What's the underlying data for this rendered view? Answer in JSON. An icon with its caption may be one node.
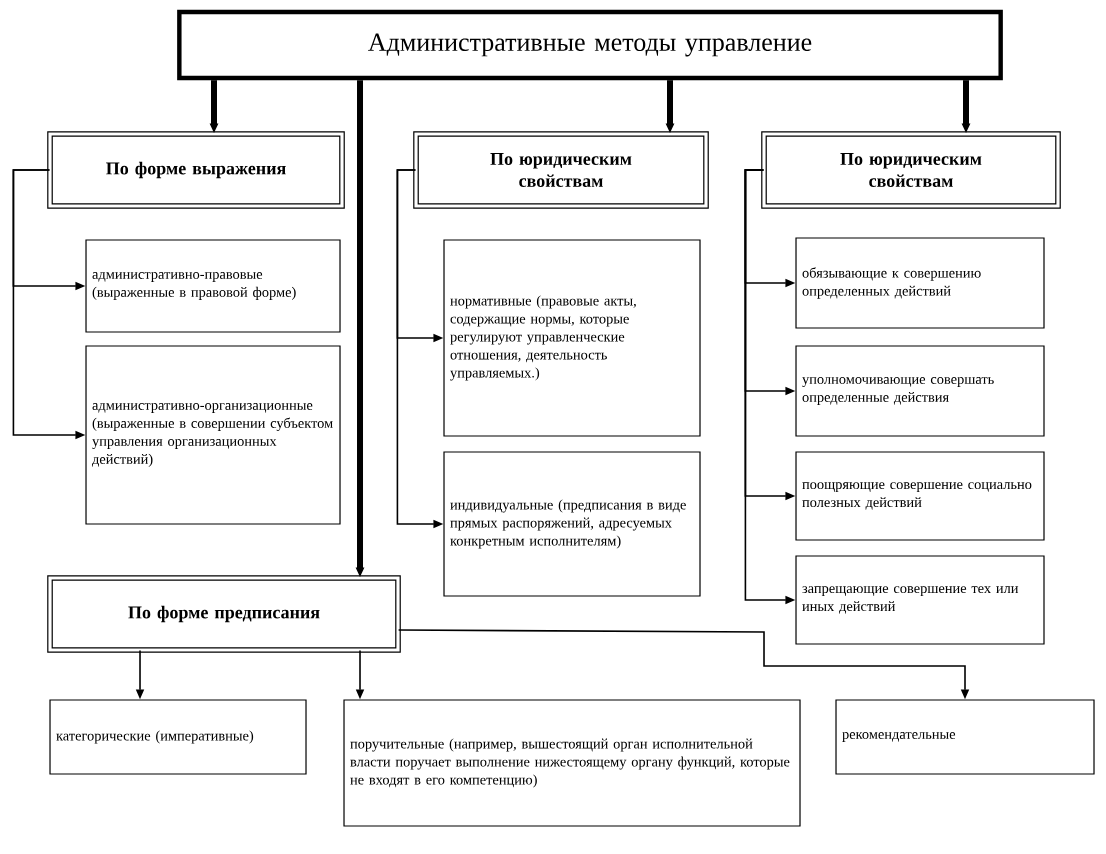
{
  "diagram": {
    "nodes": [
      {
        "text": [
          "Административные методы управление"
        ]
      },
      {
        "text": [
          "По форме выражения"
        ]
      },
      {
        "text": [
          "По юридическим свойствам"
        ]
      },
      {
        "text": [
          "По юридическим свойствам"
        ]
      },
      {
        "text": [
          "административно-правовые (выраженные в правовой форме)"
        ]
      },
      {
        "text": [
          "административно-организационные (выраженные в совершении субъектом управления организационных действий)"
        ]
      },
      {
        "text": [
          "нормативные (правовые акты, содержащие нормы, которые регулируют управленческие отношения, деятельность управляемых.)"
        ]
      },
      {
        "text": [
          "индивидуальные (предписания в виде прямых распоряжений, адресуемых конкретным исполнителям)"
        ]
      },
      {
        "text": [
          "обязывающие к совершению определенных действий"
        ]
      },
      {
        "text": [
          "уполномочивающие совершать определенные действия"
        ]
      },
      {
        "text": [
          "поощряющие совершение социально полезных действий"
        ]
      },
      {
        "text": [
          "запрещающие совершение тех или иных действий"
        ]
      },
      {
        "text": [
          "По форме предписания"
        ]
      },
      {
        "text": [
          "категорические (императивные)"
        ]
      },
      {
        "text": [
          "поручительные (например, вышестоящий орган исполнительной власти поручает выполнение нижестоящему органу функций, которые не входят в его компетенцию)"
        ]
      },
      {
        "text": [
          "рекомендательные"
        ]
      }
    ],
    "edges": [
      {
        "from": 0,
        "to": 1,
        "arrow": "to",
        "style": "thick"
      },
      {
        "from": 0,
        "to": 2,
        "arrow": "to",
        "style": "thick"
      },
      {
        "from": 0,
        "to": 3,
        "arrow": "to",
        "style": "thick"
      },
      {
        "from": 0,
        "to": 12,
        "arrow": "to",
        "style": "thick"
      },
      {
        "from": 1,
        "to": 4,
        "arrow": "to"
      },
      {
        "from": 1,
        "to": 5,
        "arrow": "to"
      },
      {
        "from": 2,
        "to": 6,
        "arrow": "to"
      },
      {
        "from": 2,
        "to": 7,
        "arrow": "to"
      },
      {
        "from": 3,
        "to": 8,
        "arrow": "to"
      },
      {
        "from": 3,
        "to": 9,
        "arrow": "to"
      },
      {
        "from": 3,
        "to": 10,
        "arrow": "to"
      },
      {
        "from": 3,
        "to": 11,
        "arrow": "to"
      },
      {
        "from": 12,
        "to": 13,
        "arrow": "to"
      },
      {
        "from": 12,
        "to": 14,
        "arrow": "to"
      },
      {
        "from": 12,
        "to": 15,
        "arrow": "to"
      }
    ]
  }
}
